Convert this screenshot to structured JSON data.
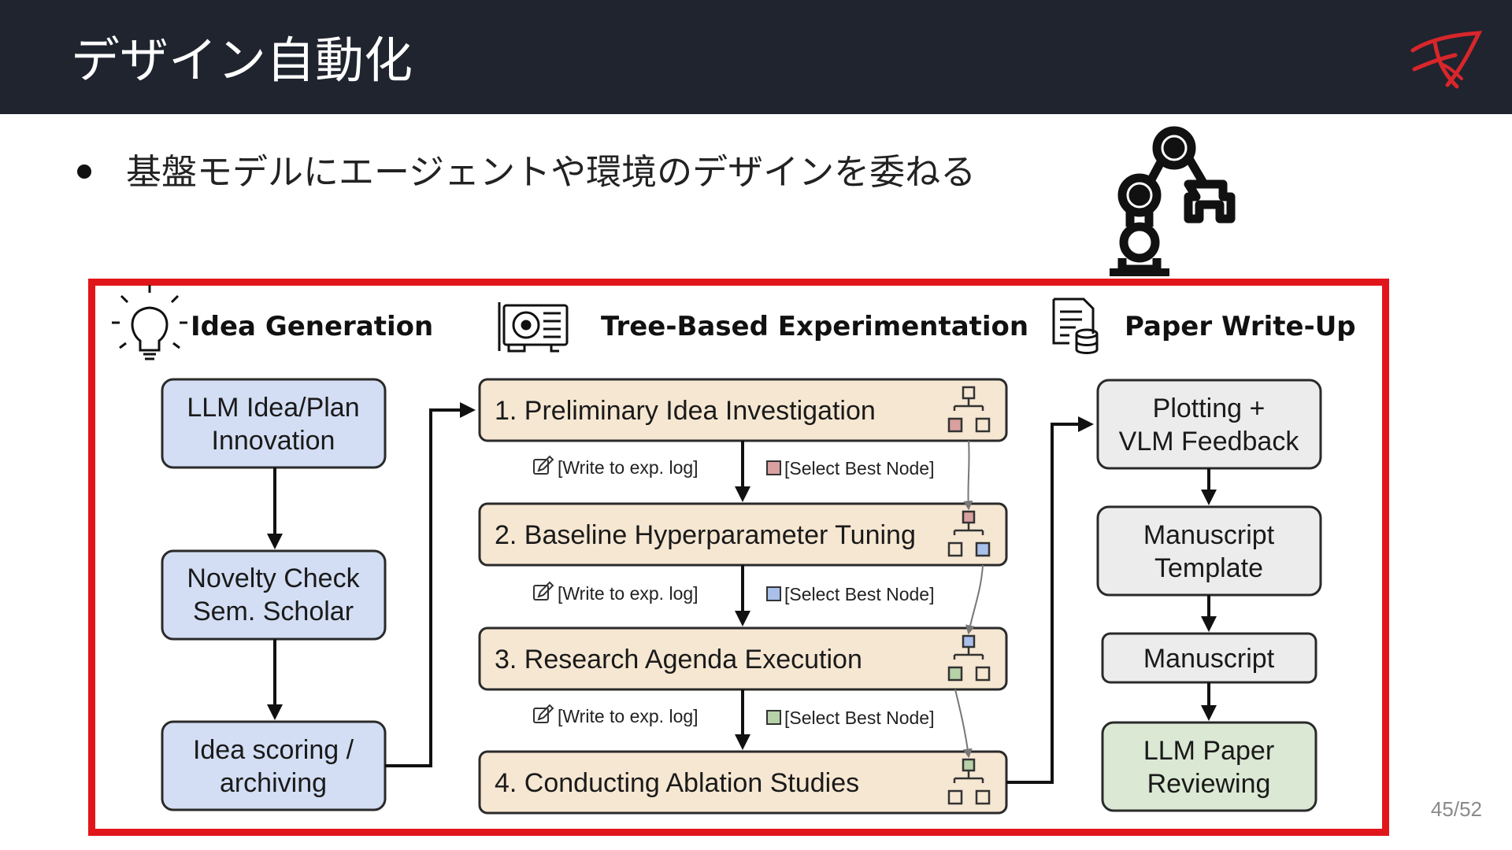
{
  "slide": {
    "title": "デザイン自動化",
    "bullet": "基盤モデルにエージェントや環境のデザインを委ねる",
    "page": "45/52"
  },
  "colors": {
    "header_bg": "#20242f",
    "frame": "#e1161b",
    "idea_box": "#d3def4",
    "exp_box": "#f6e7d2",
    "paper_box": "#ececec",
    "review_box": "#dbe8d4",
    "node_red": "#d9a0a0",
    "node_blue": "#a8c0ea",
    "node_green": "#b7d1a8"
  },
  "diagram": {
    "sections": {
      "idea": "Idea Generation",
      "experiment": "Tree-Based Experimentation",
      "paper": "Paper Write-Up"
    },
    "idea_boxes": [
      {
        "line1": "LLM Idea/Plan",
        "line2": "Innovation"
      },
      {
        "line1": "Novelty Check",
        "line2": "Sem. Scholar"
      },
      {
        "line1": "Idea scoring /",
        "line2": "archiving"
      }
    ],
    "exp_steps": [
      "1.  Preliminary Idea Investigation",
      "2.  Baseline Hyperparameter Tuning",
      "3.  Research Agenda Execution",
      "4.  Conducting Ablation Studies"
    ],
    "exp_notes": {
      "log": "[Write to exp. log]",
      "select": "[Select Best Node]"
    },
    "paper_boxes": [
      {
        "line1": "Plotting +",
        "line2": "VLM Feedback"
      },
      {
        "line1": "Manuscript",
        "line2": "Template"
      },
      {
        "line1": "Manuscript",
        "line2": ""
      },
      {
        "line1": "LLM Paper",
        "line2": "Reviewing"
      }
    ],
    "icons": [
      "lightbulb-icon",
      "gpu-icon",
      "document-database-icon",
      "robot-arm-icon",
      "tree-node-icon",
      "edit-icon"
    ]
  }
}
